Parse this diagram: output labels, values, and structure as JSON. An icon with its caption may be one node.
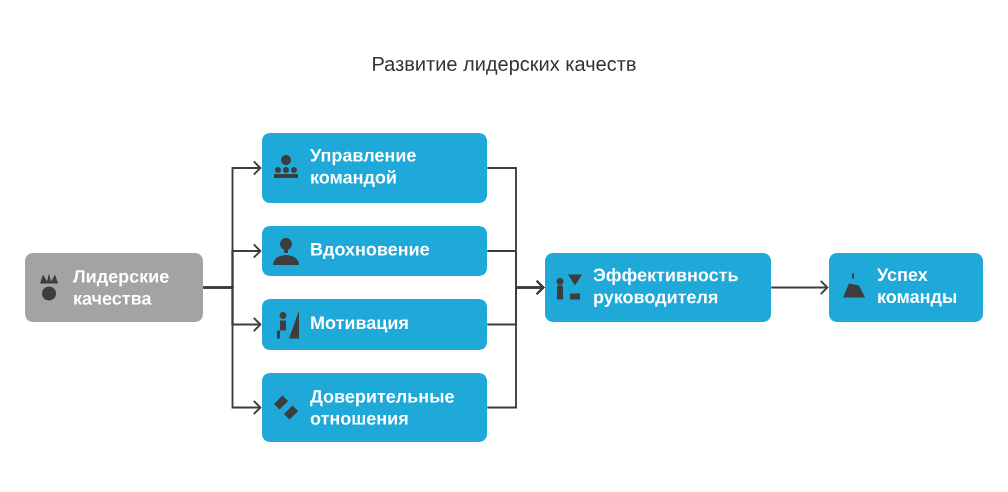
{
  "diagram": {
    "title": "Развитие лидерских качеств",
    "nodes": [
      {
        "text": [
          "Лидерские качества"
        ]
      },
      {
        "text": [
          "Управление командой"
        ]
      },
      {
        "text": [
          "Вдохновение"
        ]
      },
      {
        "text": [
          "Мотивация"
        ]
      },
      {
        "text": [
          "Доверительные отношения"
        ]
      },
      {
        "text": [
          "Эффективность руководителя"
        ]
      },
      {
        "text": [
          "Успех команды"
        ]
      }
    ],
    "edges": [
      {
        "from": 0,
        "to": 1,
        "arrow": "to"
      },
      {
        "from": 0,
        "to": 2,
        "arrow": "to"
      },
      {
        "from": 0,
        "to": 3,
        "arrow": "to"
      },
      {
        "from": 0,
        "to": 4,
        "arrow": "to"
      },
      {
        "from": 1,
        "to": 5,
        "arrow": "to"
      },
      {
        "from": 2,
        "to": 5,
        "arrow": "to"
      },
      {
        "from": 3,
        "to": 5,
        "arrow": "to"
      },
      {
        "from": 4,
        "to": 5,
        "arrow": "to"
      },
      {
        "from": 5,
        "to": 6,
        "arrow": "to"
      }
    ]
  }
}
